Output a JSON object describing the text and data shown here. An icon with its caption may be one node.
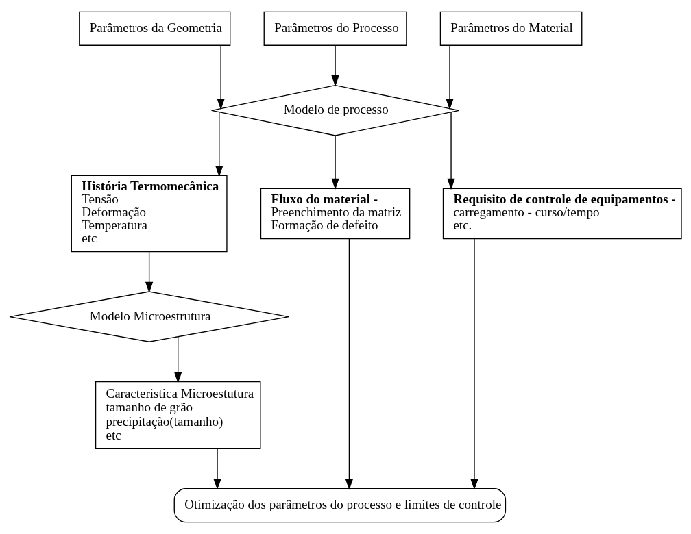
{
  "diagram": {
    "nodes": [
      {
        "text": [
          "Parâmetros da Geometria"
        ]
      },
      {
        "text": [
          "Parâmetros do Processo"
        ]
      },
      {
        "text": [
          "Parâmetros do Material"
        ]
      },
      {
        "text": [
          "Modelo de processo"
        ]
      },
      {
        "text": [
          "História Termomecânica",
          "Tensão",
          "Deformação",
          "Temperatura",
          "etc"
        ]
      },
      {
        "text": [
          "Fluxo do material -",
          "Preenchimento da matriz",
          "Formação de defeito"
        ]
      },
      {
        "text": [
          "Requisito de controle de equipamentos -",
          "carregamento - curso/tempo",
          "etc."
        ]
      },
      {
        "text": [
          "Modelo Microestrutura"
        ]
      },
      {
        "text": [
          "Caracteristica Microestutura",
          "tamanho de grão",
          "precipitação(tamanho)",
          "etc"
        ]
      },
      {
        "text": [
          "Otimização dos parâmetros do processo e limites de controle"
        ]
      }
    ],
    "edges": [
      {
        "from": 0,
        "to": 3,
        "arrow": "to"
      },
      {
        "from": 1,
        "to": 3,
        "arrow": "to"
      },
      {
        "from": 2,
        "to": 3,
        "arrow": "to"
      },
      {
        "from": 3,
        "to": 4,
        "arrow": "to"
      },
      {
        "from": 3,
        "to": 5,
        "arrow": "to"
      },
      {
        "from": 3,
        "to": 6,
        "arrow": "to"
      },
      {
        "from": 4,
        "to": 7,
        "arrow": "to"
      },
      {
        "from": 7,
        "to": 8,
        "arrow": "to"
      },
      {
        "from": 8,
        "to": 9,
        "arrow": "to"
      },
      {
        "from": 5,
        "to": 9,
        "arrow": "to"
      },
      {
        "from": 6,
        "to": 9,
        "arrow": "to"
      }
    ]
  }
}
